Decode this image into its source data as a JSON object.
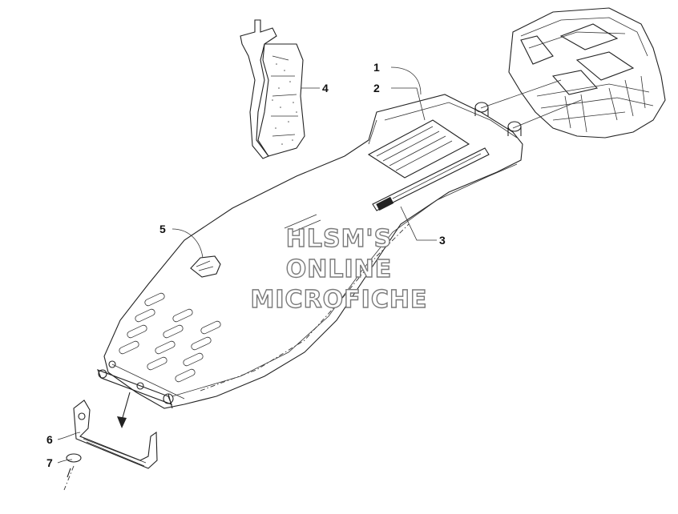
{
  "callouts": [
    {
      "id": "1",
      "label": "1"
    },
    {
      "id": "2",
      "label": "2"
    },
    {
      "id": "3",
      "label": "3"
    },
    {
      "id": "4",
      "label": "4"
    },
    {
      "id": "5",
      "label": "5"
    },
    {
      "id": "6",
      "label": "6"
    },
    {
      "id": "7",
      "label": "7"
    }
  ],
  "watermark": {
    "line1": "HLSM'S",
    "line2": "ONLINE",
    "line3": "MICROFICHE"
  }
}
